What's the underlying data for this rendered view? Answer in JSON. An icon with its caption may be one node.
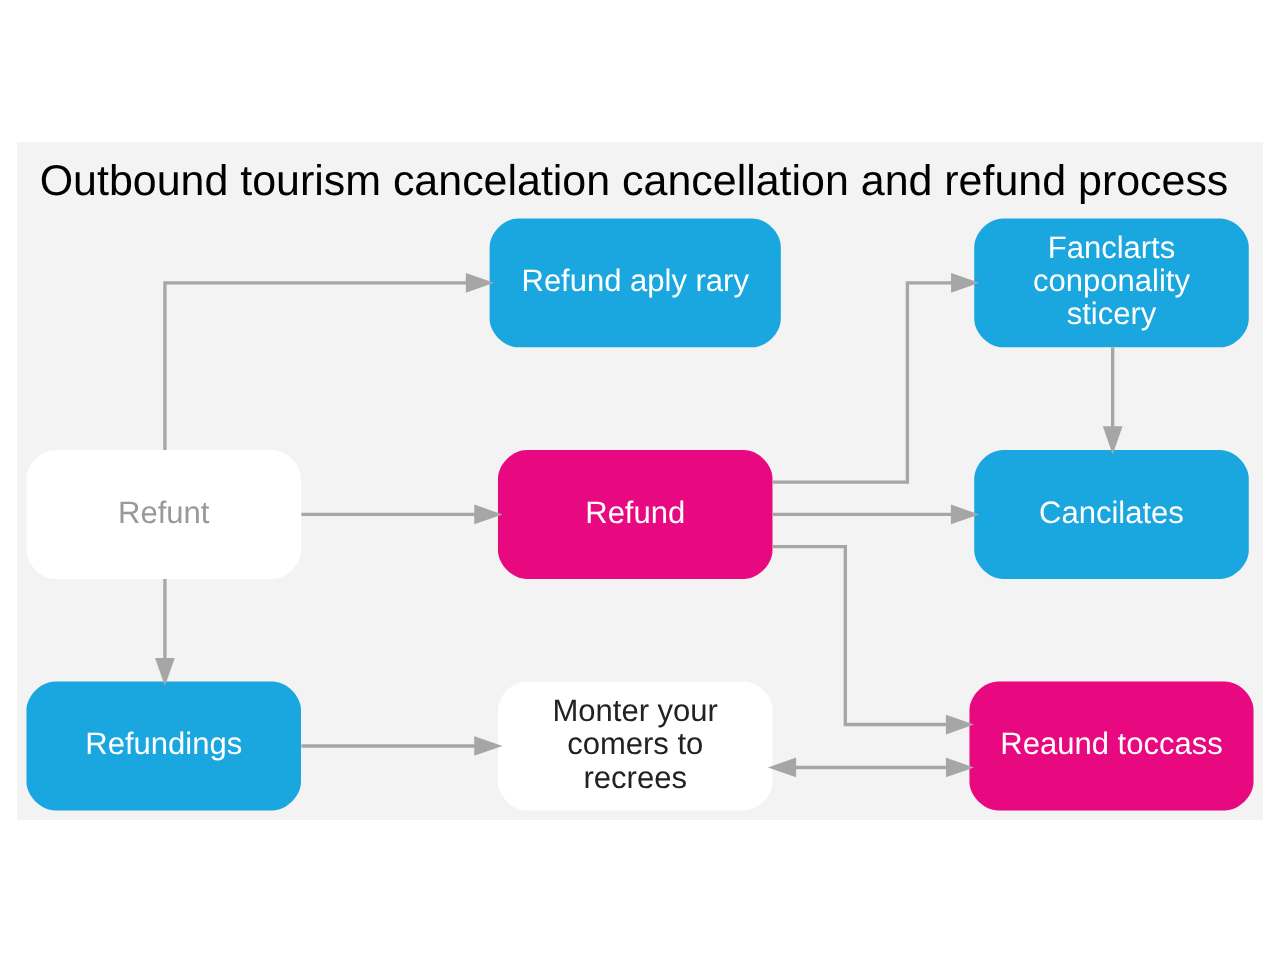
{
  "diagram": {
    "title": "Outbound tourism cancelation cancellation and refund process",
    "nodes": [
      {
        "text": [
          "Refund aply rary"
        ]
      },
      {
        "text": [
          "Fanclarts conponality sticery"
        ]
      },
      {
        "text": [
          "Refunt"
        ]
      },
      {
        "text": [
          "Refund"
        ]
      },
      {
        "text": [
          "Cancilates"
        ]
      },
      {
        "text": [
          "Reaund toccass"
        ]
      },
      {
        "text": [
          "Refundings"
        ]
      },
      {
        "text": [
          "Monter your comers to recrees"
        ]
      }
    ],
    "edges": [
      {
        "from": 2,
        "to": 0,
        "arrow": "to"
      },
      {
        "from": 2,
        "to": 3,
        "arrow": "to"
      },
      {
        "from": 2,
        "to": 6,
        "arrow": "to"
      },
      {
        "from": 3,
        "to": 1,
        "arrow": "to"
      },
      {
        "from": 3,
        "to": 4,
        "arrow": "to"
      },
      {
        "from": 3,
        "to": 5,
        "arrow": "to"
      },
      {
        "from": 1,
        "to": 4,
        "arrow": "to"
      },
      {
        "from": 6,
        "to": 7,
        "arrow": "to"
      },
      {
        "from": 7,
        "to": 5,
        "arrow": "both"
      }
    ]
  }
}
